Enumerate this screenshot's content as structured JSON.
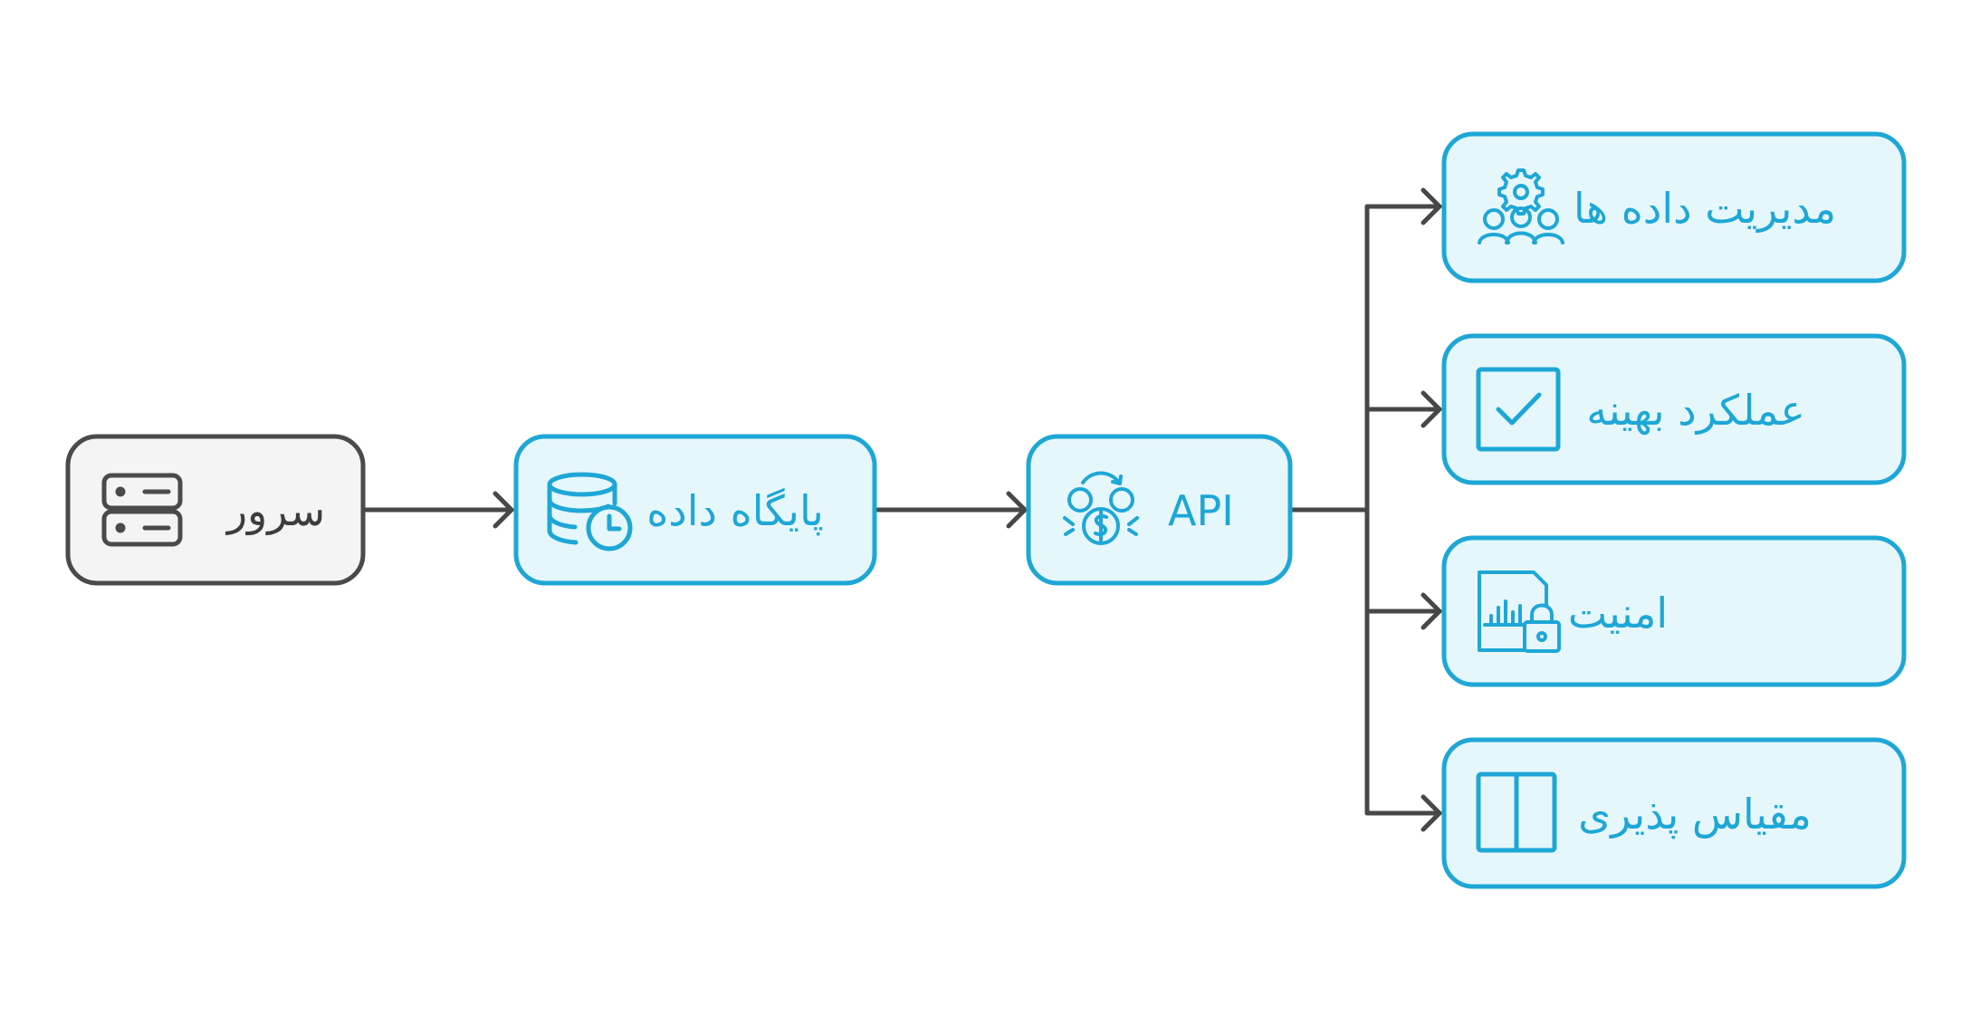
{
  "colors": {
    "accent": "#1ea7d6",
    "accent_fill": "#e6f7fc",
    "neutral_stroke": "#4a4a4a",
    "neutral_fill": "#f4f4f4",
    "connector": "#474747"
  },
  "nodes": {
    "server": {
      "label": "سرور",
      "icon": "server-icon"
    },
    "database": {
      "label": "پایگاه داده",
      "icon": "database-clock-icon"
    },
    "api": {
      "label": "API",
      "icon": "money-exchange-icon"
    },
    "data_management": {
      "label": "مدیریت داده ها",
      "icon": "team-gear-icon"
    },
    "performance": {
      "label": "عملکرد بهینه",
      "icon": "checkbox-icon"
    },
    "security": {
      "label": "امنیت",
      "icon": "document-lock-icon"
    },
    "scalability": {
      "label": "مقیاس پذیری",
      "icon": "split-panel-icon"
    }
  }
}
